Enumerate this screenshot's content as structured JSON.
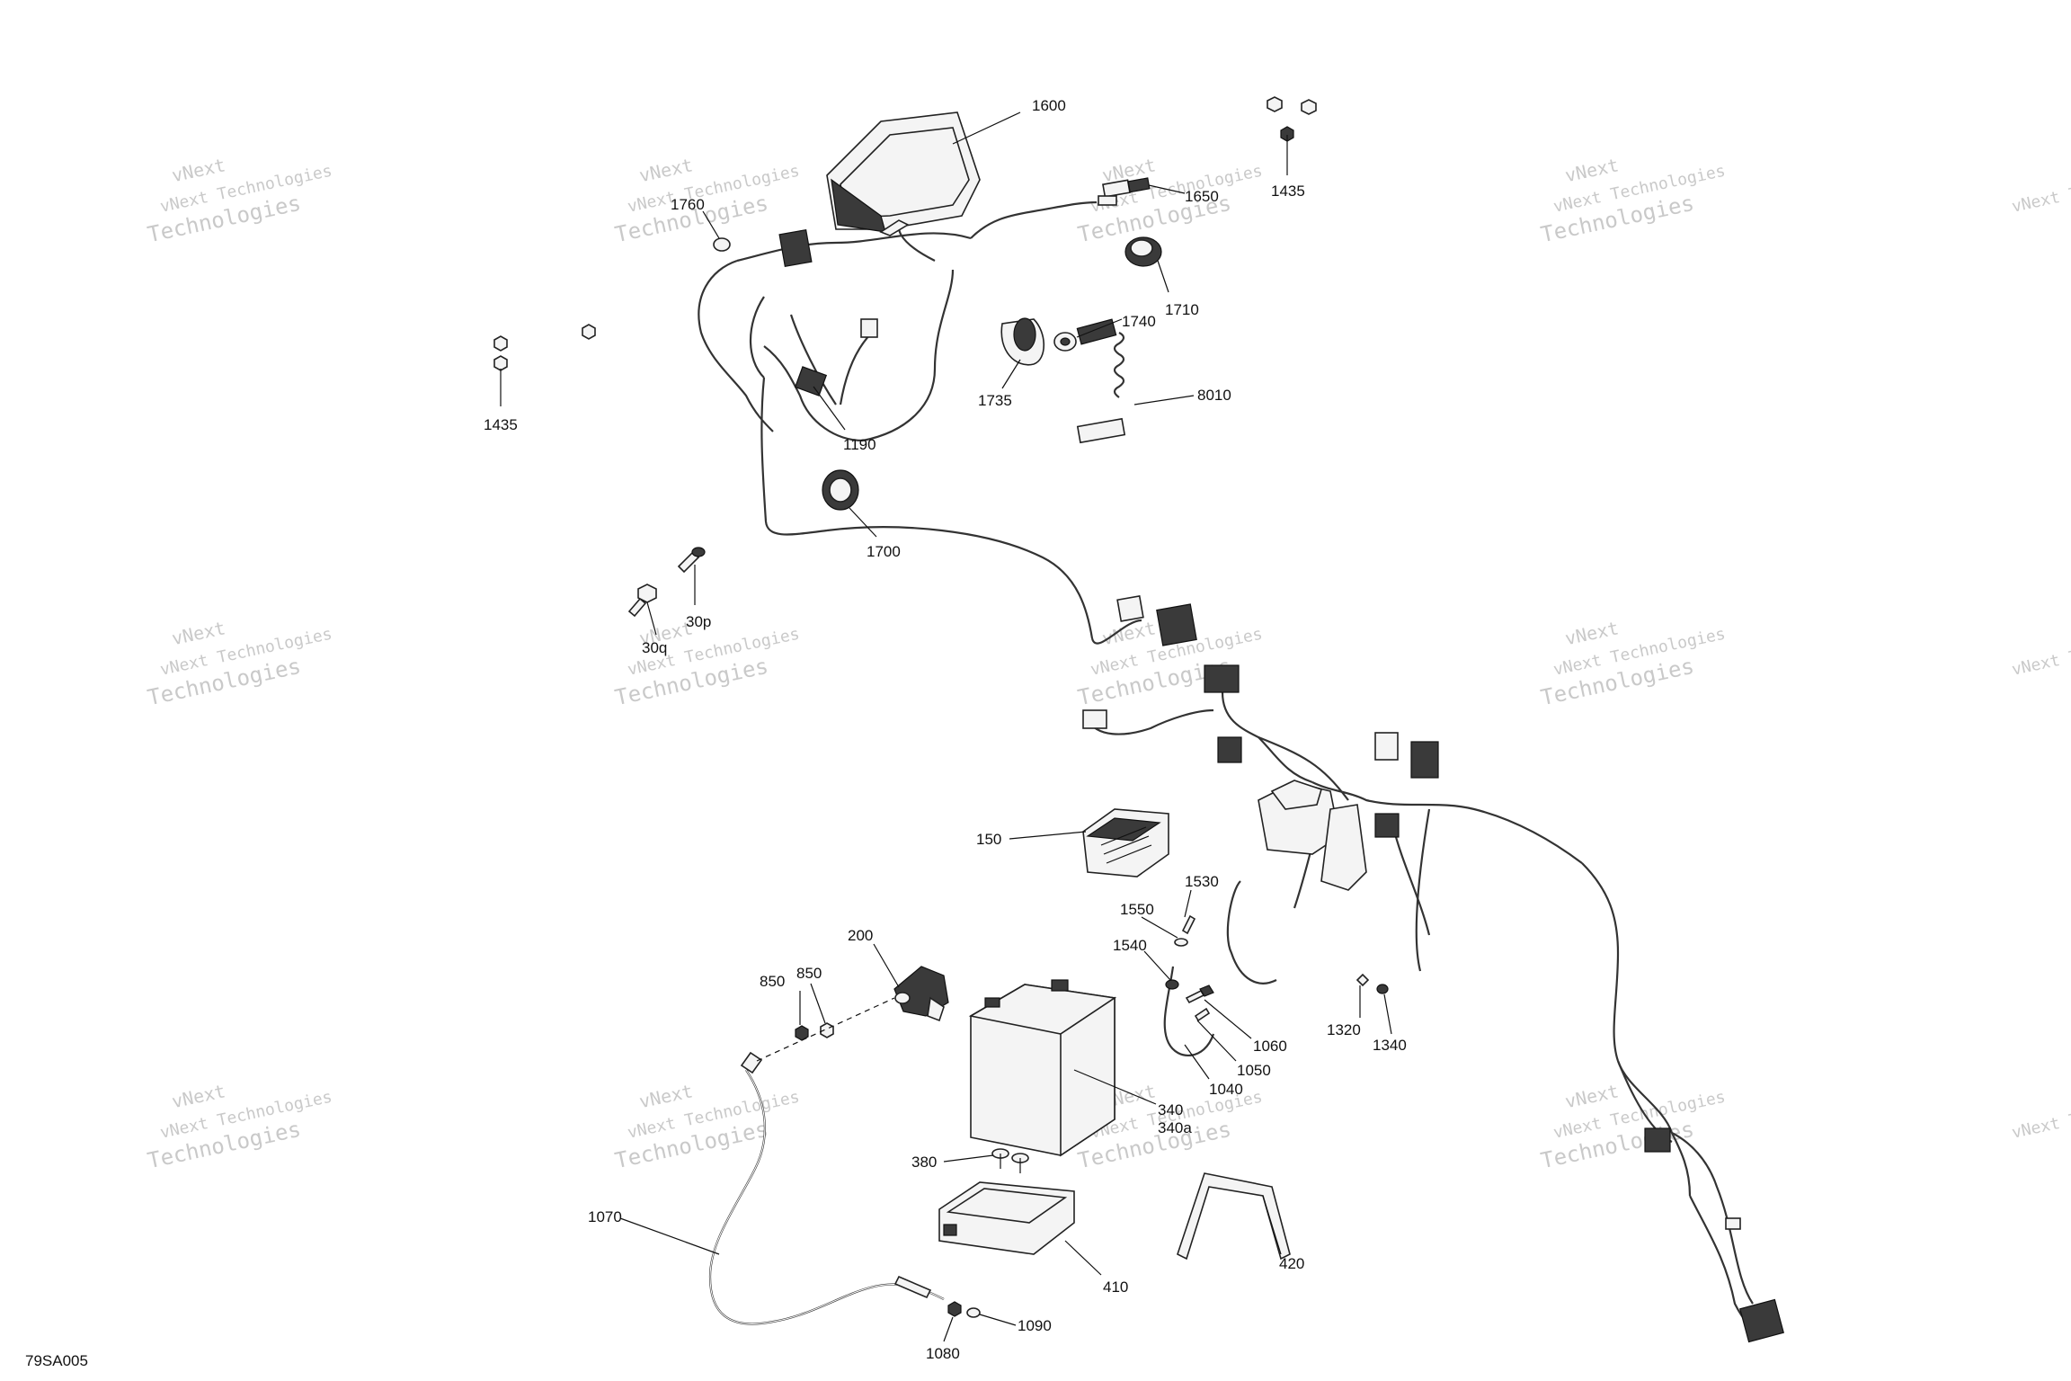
{
  "diagram": {
    "drawing_code": "79SA005",
    "watermark": {
      "line1": "vNext Technologies",
      "line2": "Technologies",
      "top": "vNext"
    },
    "callouts": {
      "c1600": "1600",
      "c1650": "1650",
      "c1435a": "1435",
      "c1760": "1760",
      "c1710": "1710",
      "c1740": "1740",
      "c1735": "1735",
      "c8010": "8010",
      "c1435b": "1435",
      "c1190": "1190",
      "c1700": "1700",
      "c30p": "30p",
      "c30q": "30q",
      "c150": "150",
      "c1530": "1530",
      "c1550": "1550",
      "c1540": "1540",
      "c200": "200",
      "c850a": "850",
      "c850b": "850",
      "c1060": "1060",
      "c1050": "1050",
      "c1040": "1040",
      "c1320": "1320",
      "c1340": "1340",
      "c340": "340",
      "c340a": "340a",
      "c380": "380",
      "c410": "410",
      "c420": "420",
      "c1070": "1070",
      "c1090": "1090",
      "c1080": "1080"
    }
  }
}
